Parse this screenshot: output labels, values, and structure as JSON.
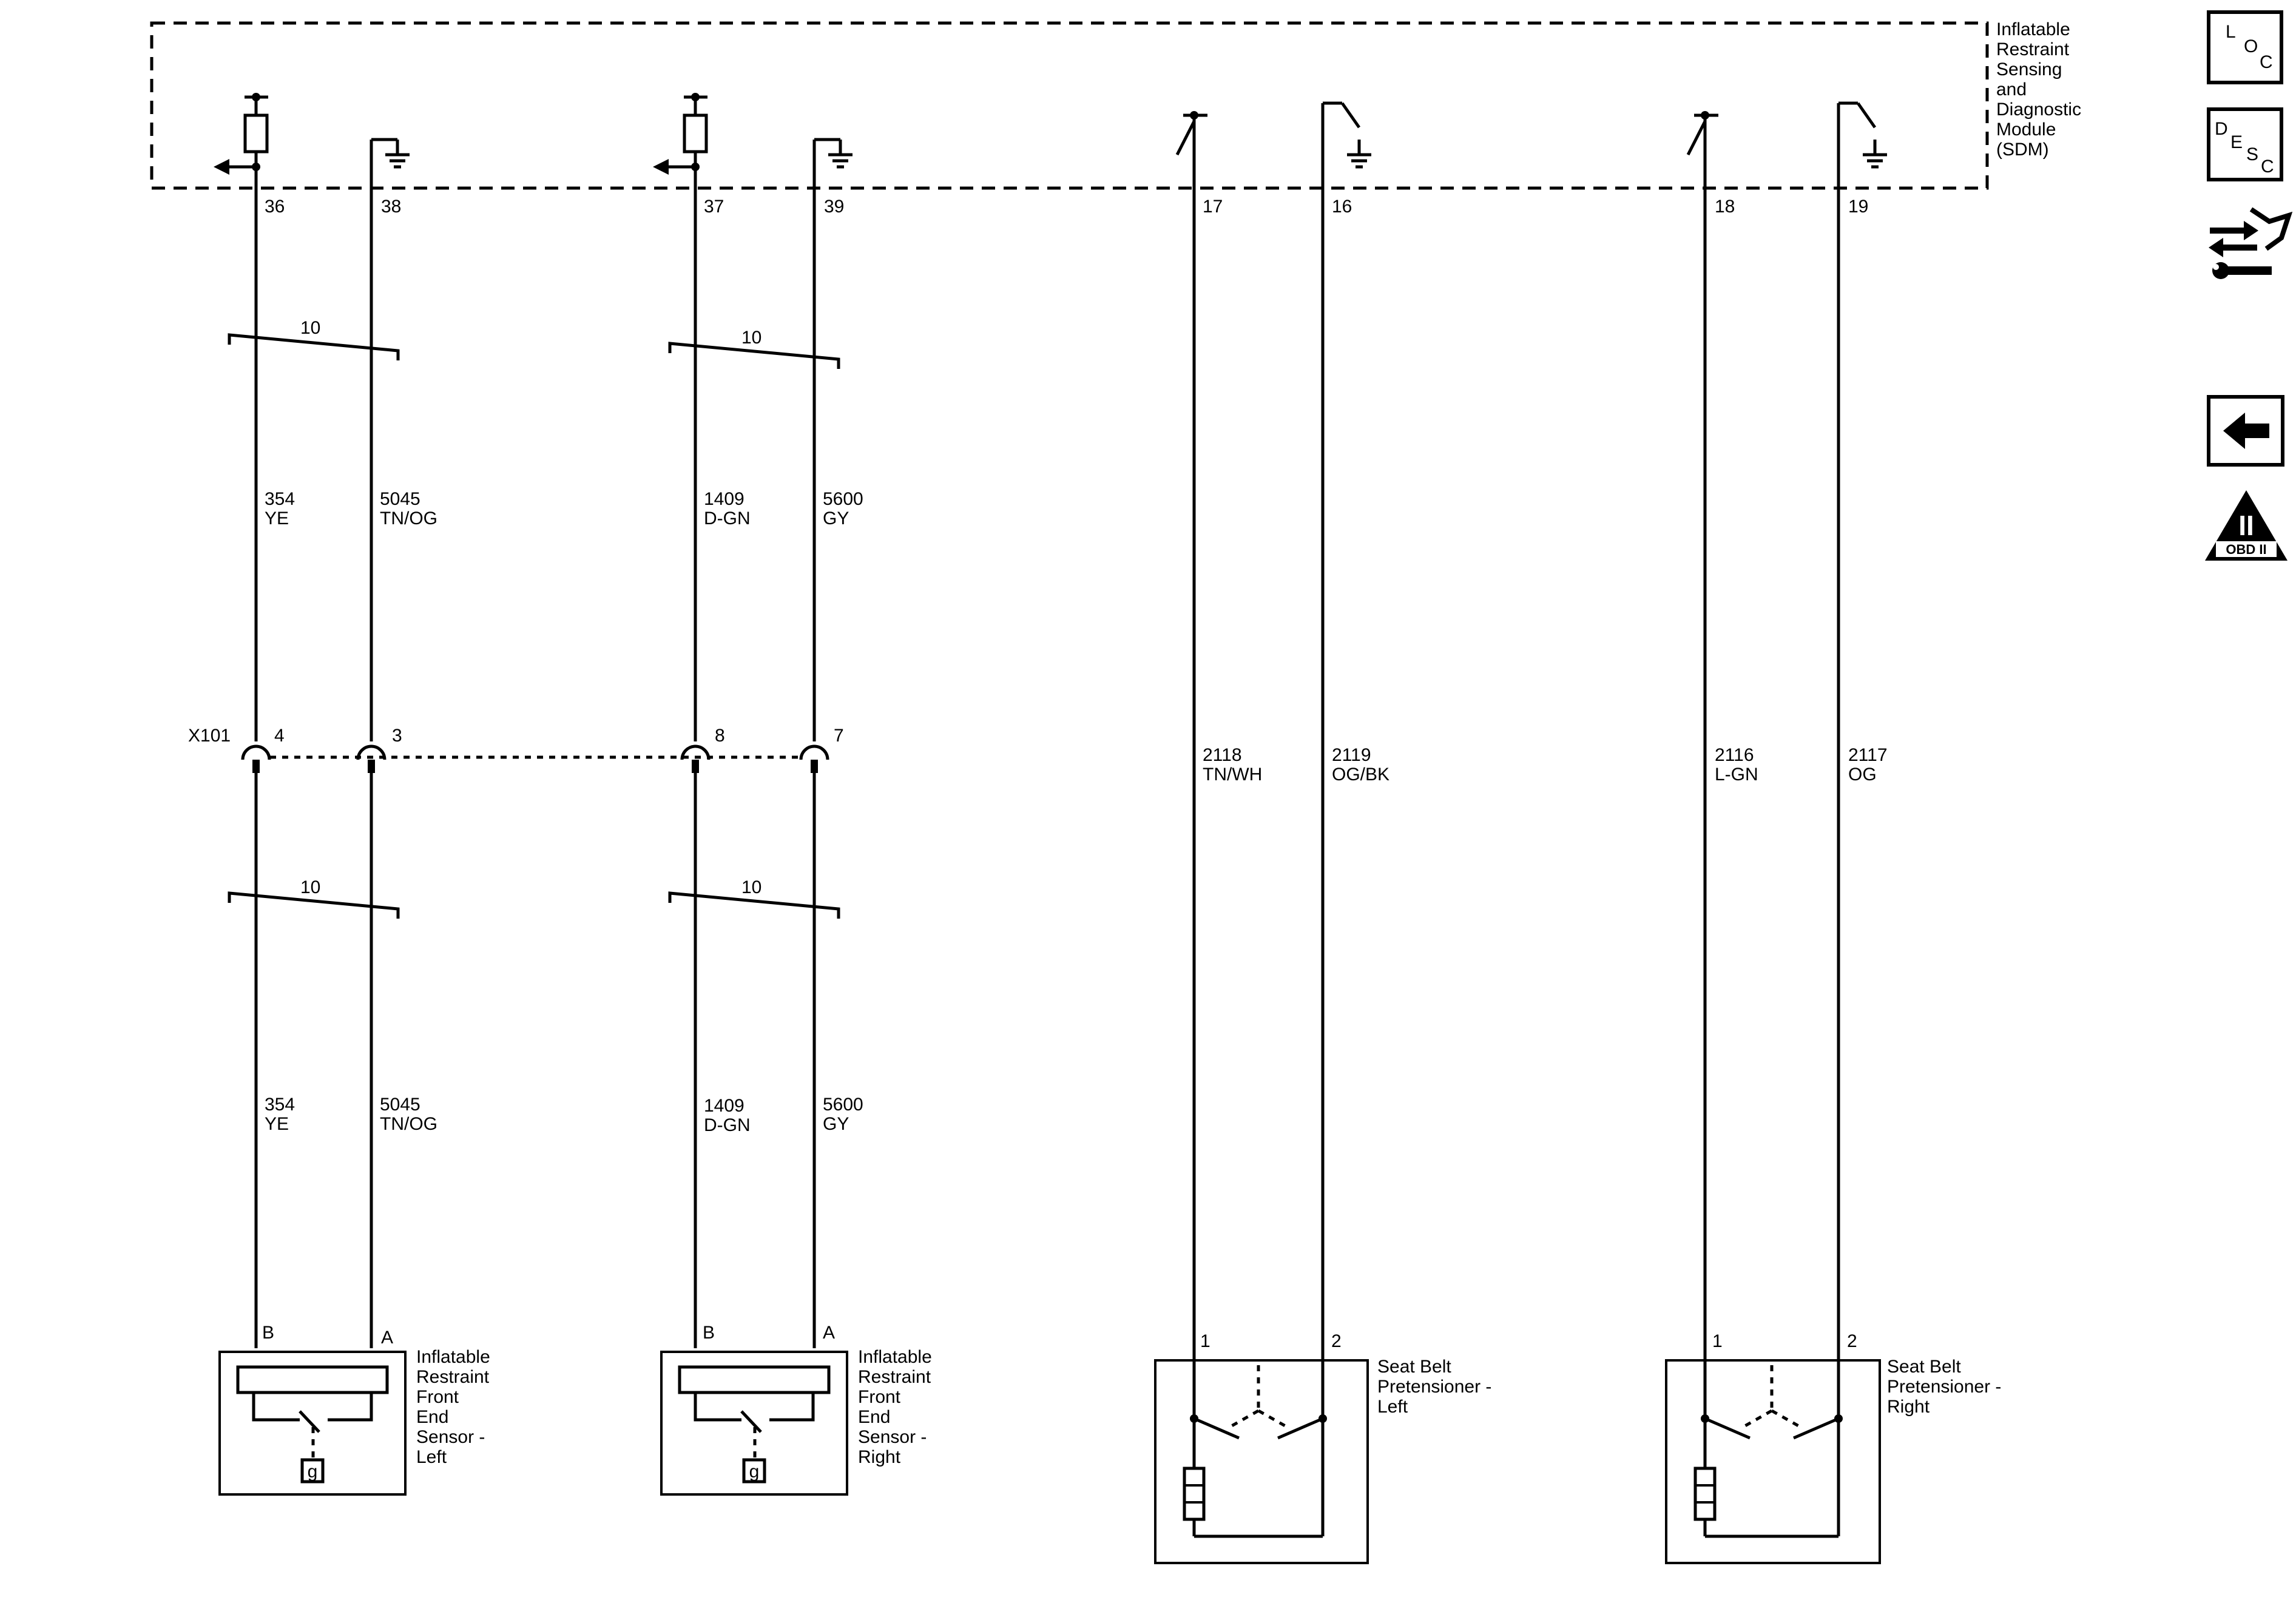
{
  "sdm": {
    "label_lines": [
      "Inflatable",
      "Restraint",
      "Sensing",
      "and",
      "Diagnostic",
      "Module",
      "(SDM)"
    ]
  },
  "pins": {
    "p36": "36",
    "p38": "38",
    "p37": "37",
    "p39": "39",
    "p17": "17",
    "p16": "16",
    "p18": "18",
    "p19": "19"
  },
  "twist": {
    "t1": "10",
    "t2": "10",
    "t3": "10",
    "t4": "10"
  },
  "wires": {
    "w354_num": "354",
    "w354_col": "YE",
    "w5045_num": "5045",
    "w5045_col": "TN/OG",
    "w1409_num": "1409",
    "w1409_col": "D-GN",
    "w5600_num": "5600",
    "w5600_col": "GY",
    "w2118_num": "2118",
    "w2118_col": "TN/WH",
    "w2119_num": "2119",
    "w2119_col": "OG/BK",
    "w2116_num": "2116",
    "w2116_col": "L-GN",
    "w2117_num": "2117",
    "w2117_col": "OG"
  },
  "connector": {
    "name": "X101",
    "c4": "4",
    "c3": "3",
    "c8": "8",
    "c7": "7"
  },
  "sensor_left": {
    "pin_b": "B",
    "pin_a": "A",
    "glyph": "g",
    "label_lines": [
      "Inflatable",
      "Restraint",
      "Front",
      "End",
      "Sensor -",
      "Left"
    ]
  },
  "sensor_right": {
    "pin_b": "B",
    "pin_a": "A",
    "glyph": "g",
    "label_lines": [
      "Inflatable",
      "Restraint",
      "Front",
      "End",
      "Sensor -",
      "Right"
    ]
  },
  "pret_left": {
    "pin1": "1",
    "pin2": "2",
    "label_lines": [
      "Seat Belt",
      "Pretensioner -",
      "Left"
    ]
  },
  "pret_right": {
    "pin1": "1",
    "pin2": "2",
    "label_lines": [
      "Seat Belt",
      "Pretensioner -",
      "Right"
    ]
  },
  "side_icons": {
    "loc_l": "L",
    "loc_o": "O",
    "loc_c": "C",
    "desc_d": "D",
    "desc_e": "E",
    "desc_s": "S",
    "desc_c": "C",
    "obd_big": "II",
    "obd_small": "OBD II",
    "icons": [
      "loc-icon",
      "desc-icon",
      "schematic-wrench-icon",
      "back-arrow-icon",
      "obd-ii-icon"
    ]
  }
}
